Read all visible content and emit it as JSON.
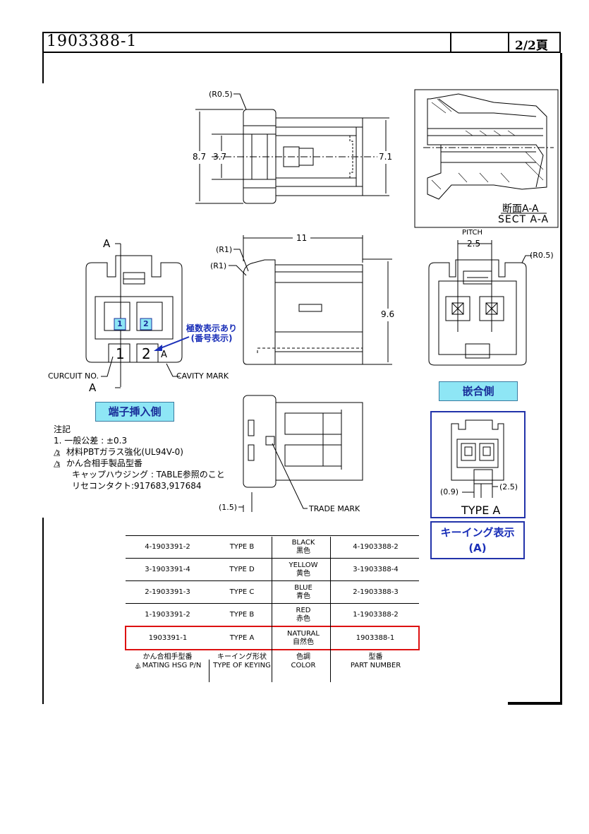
{
  "header": {
    "drawing_number": "1903388-1",
    "page": "2/2頁"
  },
  "section_view": {
    "label_jp": "断面A-A",
    "label_en": "SECT A-A"
  },
  "top_view": {
    "radius": "(R0.5)",
    "dim_height": "8.7",
    "dim_inner": "3.7",
    "dim_right": "7.1"
  },
  "front_view": {
    "section_mark_top": "A",
    "section_mark_bottom": "A",
    "circuit_label": "CURCUIT NO.",
    "cavity_label": "CAVITY MARK",
    "cavity_letter": "A",
    "cavity_1": "1",
    "cavity_2": "2",
    "circuit_1": "1",
    "circuit_2": "2",
    "blue_note_line1": "極数表示あり",
    "blue_note_line2": "(番号表示)",
    "badge": "端子挿入側"
  },
  "side_view": {
    "r1_top": "(R1)",
    "r1_bottom": "(R1)",
    "dim_width": "11",
    "dim_height": "9.6"
  },
  "mating_view": {
    "pitch_label": "PITCH",
    "pitch_value": "2.5",
    "radius": "(R0.5)",
    "badge": "嵌合側"
  },
  "bottom_view": {
    "dim_offset": "(1.5)",
    "trade_mark_label": "TRADE MARK"
  },
  "keying_view": {
    "dim_left": "(0.9)",
    "dim_right": "(2.5)",
    "type_label": "TYPE  A",
    "badge_line1": "キーイング表示",
    "badge_line2": "(A)"
  },
  "notes": {
    "heading": "注記",
    "line1": "1.  一般公差 : ±0.3",
    "line2_num": "2",
    "line2": "材料PBTガラス強化(UL94V-0)",
    "line3_num": "3",
    "line3": "かん合相手製品型番",
    "line4": "キャップハウジング : TABLE参照のこと",
    "line5": "リセコンタクト:917683,917684"
  },
  "table": {
    "rows": [
      {
        "mating": "4-1903391-2",
        "keying": "TYPE B",
        "color_en": "BLACK",
        "color_jp": "黒色",
        "part": "4-1903388-2",
        "highlight": false
      },
      {
        "mating": "3-1903391-4",
        "keying": "TYPE D",
        "color_en": "YELLOW",
        "color_jp": "黄色",
        "part": "3-1903388-4",
        "highlight": false
      },
      {
        "mating": "2-1903391-3",
        "keying": "TYPE C",
        "color_en": "BLUE",
        "color_jp": "青色",
        "part": "2-1903388-3",
        "highlight": false
      },
      {
        "mating": "1-1903391-2",
        "keying": "TYPE B",
        "color_en": "RED",
        "color_jp": "赤色",
        "part": "1-1903388-2",
        "highlight": false
      },
      {
        "mating": "1903391-1",
        "keying": "TYPE A",
        "color_en": "NATURAL",
        "color_jp": "自然色",
        "part": "1903388-1",
        "highlight": true
      }
    ],
    "header": {
      "mating_jp": "かん合相手型番",
      "mating_num": "3",
      "mating_en": "MATING HSG P/N",
      "keying_jp": "キーイング形状",
      "keying_en": "TYPE OF KEYING",
      "color_jp": "色調",
      "color_en": "COLOR",
      "part_jp": "型番",
      "part_en": "PART NUMBER"
    }
  },
  "colors": {
    "badge_fill": "#8ee6f5",
    "badge_text": "#1a2f9a",
    "highlight": "#d11111",
    "frame_blue": "#2233aa"
  }
}
